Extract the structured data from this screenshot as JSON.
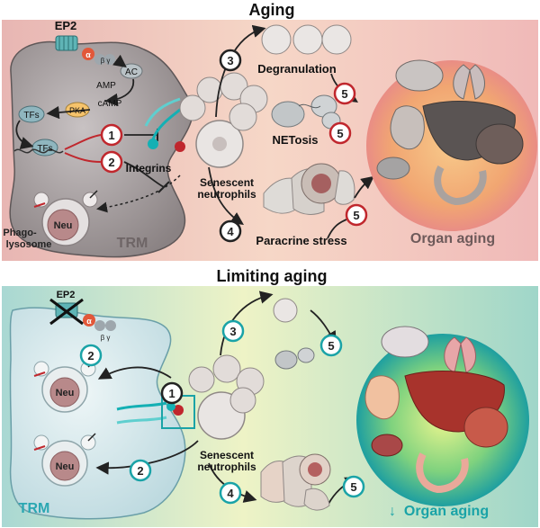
{
  "top": {
    "title": "Aging",
    "receptor": "EP2",
    "alpha": "α",
    "beta_gamma": "β γ",
    "ac": "AC",
    "amp": "AMP",
    "camp": "cAMP",
    "pka": "PKA",
    "tfs_1": "TFs",
    "tfs_2": "TFs",
    "integrins": "Integrins",
    "neu": "Neu",
    "phago_1": "Phago-",
    "phago_2": "lysosome",
    "trm": "TRM",
    "senescent_1": "Senescent",
    "senescent_2": "neutrophils",
    "degranulation": "Degranulation",
    "netosis": "NETosis",
    "paracrine": "Paracrine stress",
    "organ_aging": "Organ aging",
    "steps": [
      "1",
      "2",
      "3",
      "4",
      "5",
      "5",
      "5"
    ]
  },
  "bottom": {
    "title": "Limiting aging",
    "receptor": "EP2",
    "alpha": "α",
    "beta_gamma": "β γ",
    "neu_1": "Neu",
    "neu_2": "Neu",
    "trm": "TRM",
    "senescent_1": "Senescent",
    "senescent_2": "neutrophils",
    "organ_aging_arrow": "↓",
    "organ_aging": "Organ aging",
    "steps": [
      "2",
      "1",
      "2",
      "3",
      "4",
      "5",
      "5"
    ]
  },
  "colors": {
    "top_bg": "#f3c9c4",
    "bottom_bg": "#cfe7dd",
    "step_red": "#c0272d",
    "step_teal": "#1aa3a7",
    "trm_top": "#6e6566",
    "trm_bottom": "#2aa7b2",
    "organ_text_top": "#6e5a5a",
    "organ_text_bottom": "#1aa3a7"
  }
}
